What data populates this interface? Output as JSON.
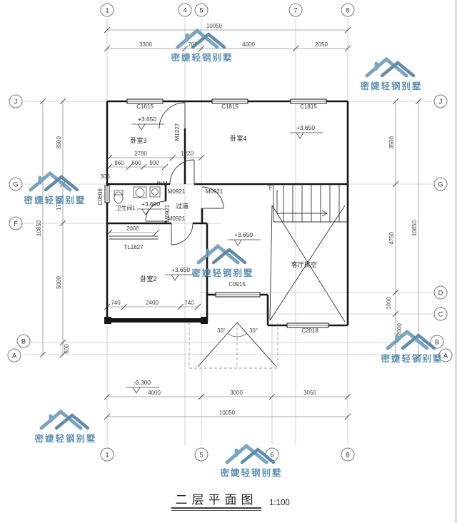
{
  "watermark": {
    "text": "密婕轻钢别墅"
  },
  "title": {
    "name": "二层平面图",
    "scale": "1:100"
  },
  "axes": {
    "t1": "1",
    "t4": "4",
    "t5": "5",
    "t7": "7",
    "t8": "8",
    "b1": "1",
    "b5": "5",
    "b6": "6",
    "b8": "8",
    "lJ": "J",
    "lG": "G",
    "lF": "F",
    "lB": "B",
    "lA": "A",
    "rJ": "J",
    "rG": "G",
    "rD": "D",
    "rC": "C",
    "rB": "B",
    "rA": "A"
  },
  "dims": {
    "top_total": "10050",
    "top1": "3300",
    "top2": "700",
    "top3": "4000",
    "top4": "2050",
    "bot1": "4000",
    "bot2": "3000",
    "bot3": "3050",
    "bot_total": "10050",
    "left_jg": "3500",
    "left_gf": "1750",
    "left_fb": "5000",
    "left_ba": "600",
    "left_total": "10850",
    "right_jg": "3500",
    "right_gd": "4750",
    "right_dc": "1000",
    "right_cb": "2000",
    "right_total": "10850",
    "w2780": "2780",
    "w1220": "1220",
    "w860": "860",
    "w600": "600",
    "w900": "900",
    "w300": "300",
    "w2000": "2000",
    "f740a": "740",
    "f2400": "2400",
    "f740b": "740",
    "ang1": "30°",
    "ang2": "30°"
  },
  "rooms": {
    "bedroom3": "卧室3",
    "bedroom4": "卧室4",
    "bedroom2": "卧室2",
    "bath": "卫生间1",
    "corridor": "过道",
    "living_void": "客厅挑空",
    "stair_down": "下",
    "washer": "W,M"
  },
  "levels": {
    "bedroom3": "+3.650",
    "bedroom4": "+3.650",
    "bath": "+3.600",
    "hall": "+3.650",
    "bedroom2": "+3.650",
    "ground": "-0.300"
  },
  "openings": {
    "c1815": "C1815",
    "m1227": "M1227",
    "c0606": "C0606",
    "m0921": "M0921",
    "tl1827": "TL1827",
    "c0915": "C0915",
    "c2018": "C2018"
  }
}
